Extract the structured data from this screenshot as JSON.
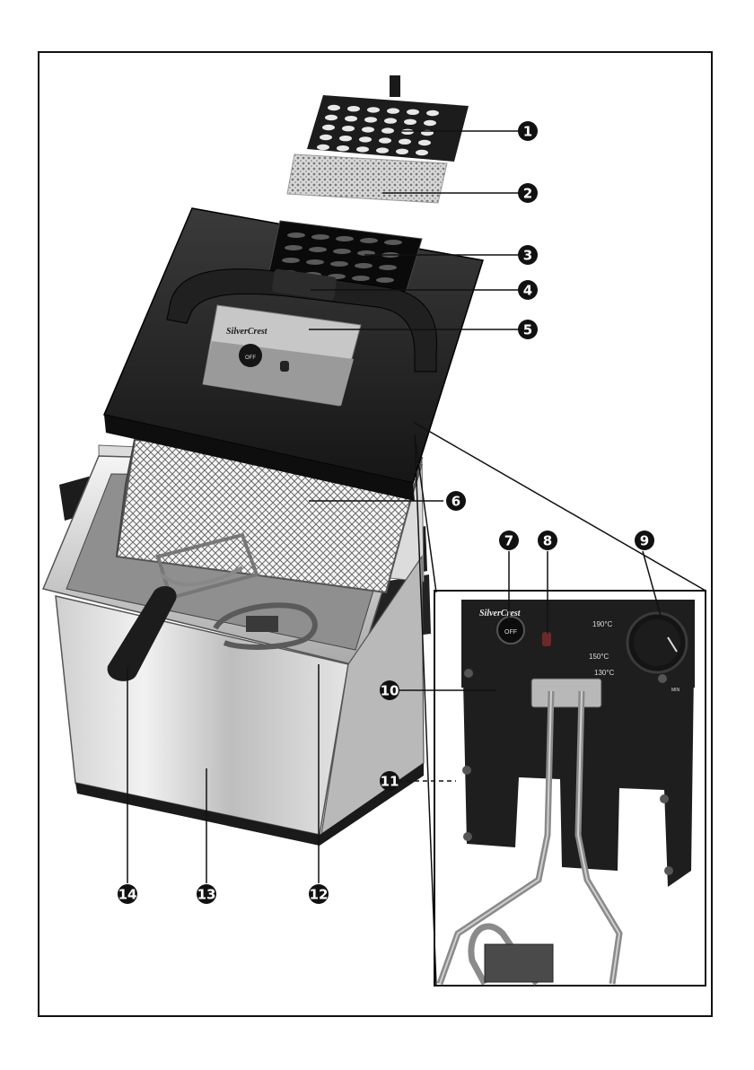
{
  "diagram": {
    "callouts": [
      {
        "id": "part-1",
        "number": "1"
      },
      {
        "id": "part-2",
        "number": "2"
      },
      {
        "id": "part-3",
        "number": "3"
      },
      {
        "id": "part-4",
        "number": "4"
      },
      {
        "id": "part-5",
        "number": "5"
      },
      {
        "id": "part-6",
        "number": "6"
      },
      {
        "id": "part-7",
        "number": "7"
      },
      {
        "id": "part-8",
        "number": "8"
      },
      {
        "id": "part-9",
        "number": "9"
      },
      {
        "id": "part-10",
        "number": "10"
      },
      {
        "id": "part-11",
        "number": "11"
      },
      {
        "id": "part-12",
        "number": "12"
      },
      {
        "id": "part-13",
        "number": "13"
      },
      {
        "id": "part-14",
        "number": "14"
      }
    ],
    "brand": "SilverCrest",
    "panel": {
      "off_label": "OFF",
      "temp_190": "190°C",
      "temp_150": "150°C",
      "temp_130": "130°C",
      "min_label": "MIN"
    }
  }
}
